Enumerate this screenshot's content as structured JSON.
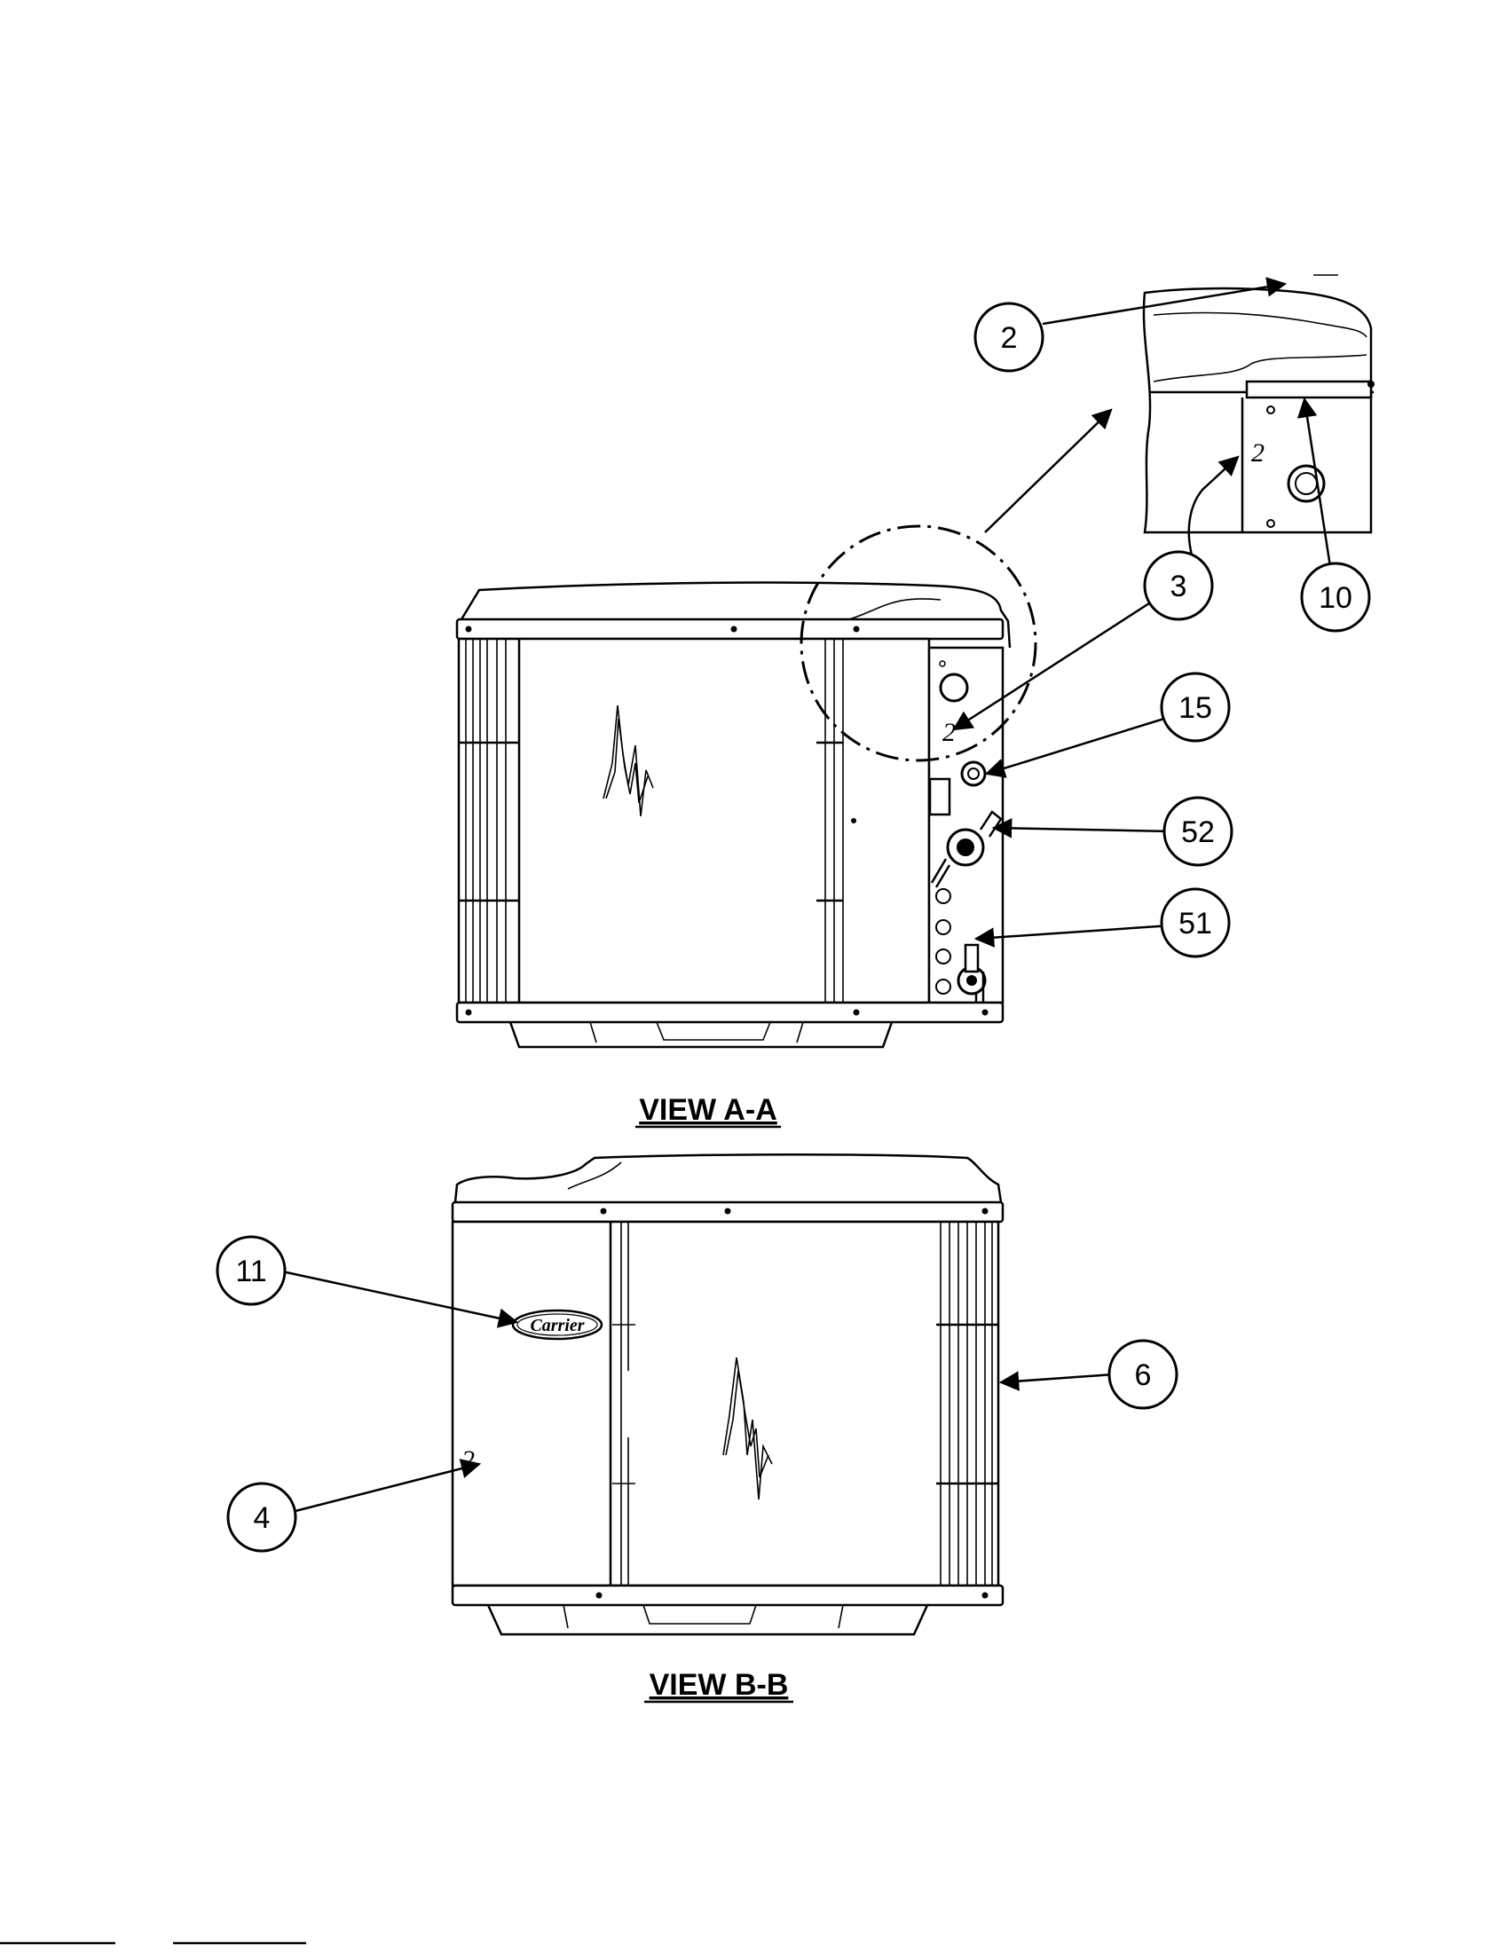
{
  "views": [
    {
      "label": "VIEW A-A"
    },
    {
      "label": "VIEW B-B"
    }
  ],
  "callouts": [
    "2",
    "3",
    "10",
    "15",
    "52",
    "51",
    "11",
    "4",
    "6"
  ],
  "logo": {
    "text": "Carrier"
  },
  "marks": [
    "2",
    "2",
    "2"
  ]
}
